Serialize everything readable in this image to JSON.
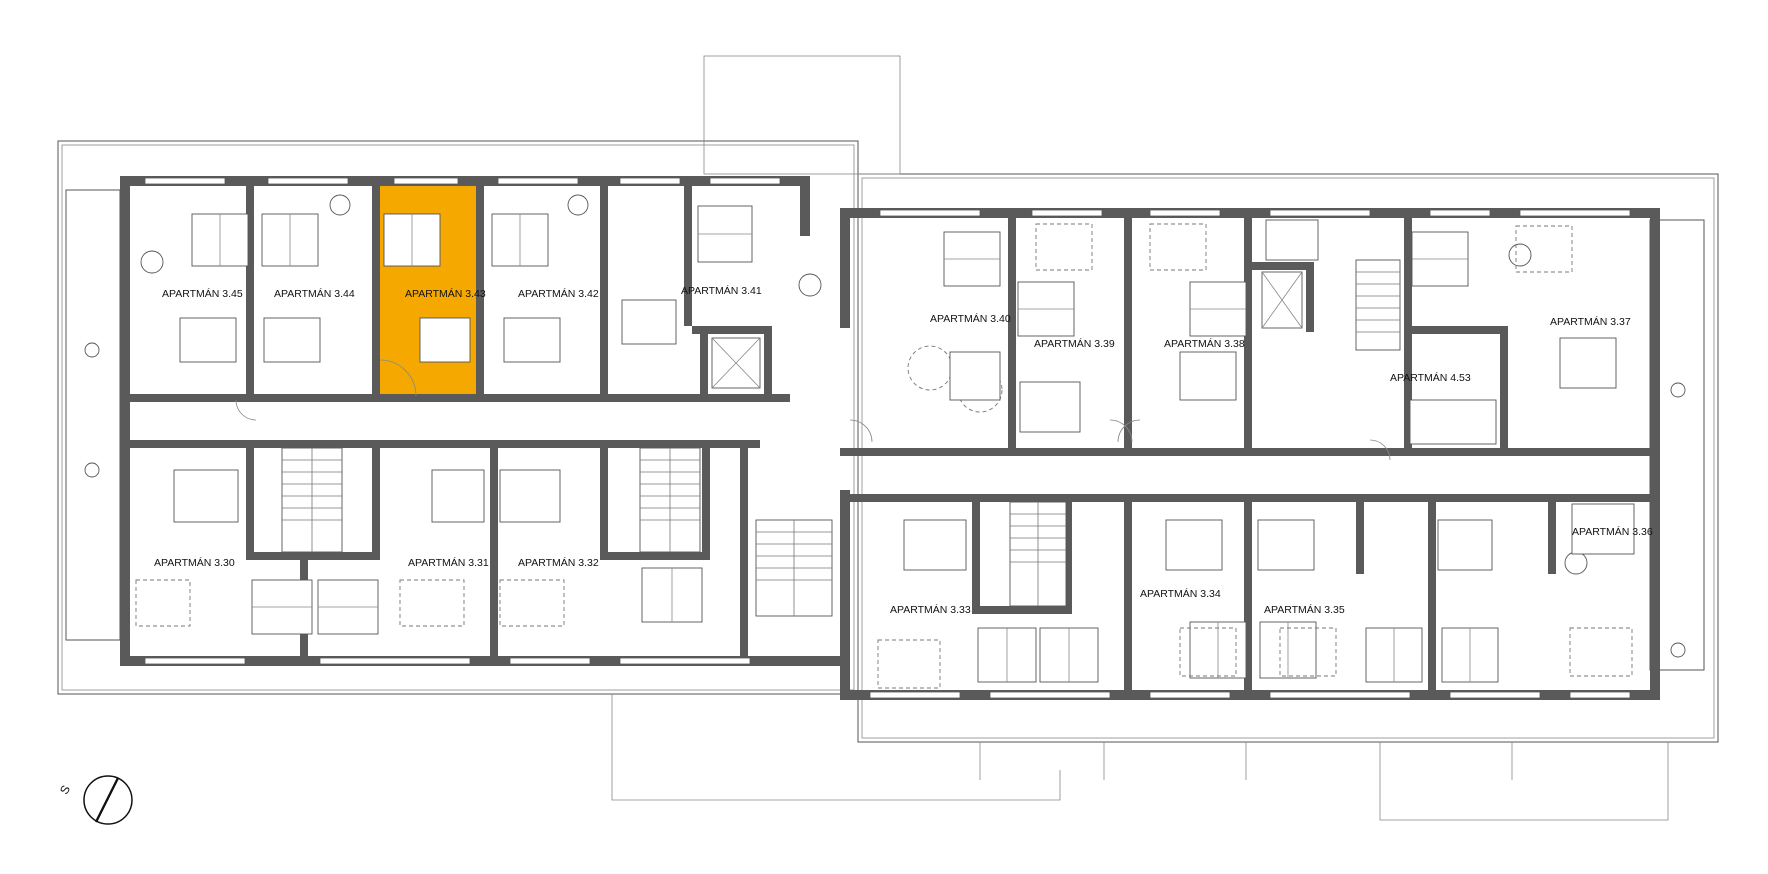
{
  "highlight_color": "#F5A800",
  "wall_color": "#5a5a5a",
  "compass": {
    "letter": "S"
  },
  "rooms": {
    "r345": "APARTMÁN 3.45",
    "r344": "APARTMÁN 3.44",
    "r343": "APARTMÁN 3.43",
    "r342": "APARTMÁN 3.42",
    "r341": "APARTMÁN 3.41",
    "r340": "APARTMÁN 3.40",
    "r339": "APARTMÁN 3.39",
    "r338": "APARTMÁN 3.38",
    "r453": "APARTMÁN 4.53",
    "r337": "APARTMÁN 3.37",
    "r330": "APARTMÁN 3.30",
    "r331": "APARTMÁN 3.31",
    "r332": "APARTMÁN 3.32",
    "r333": "APARTMÁN 3.33",
    "r334": "APARTMÁN 3.34",
    "r335": "APARTMÁN 3.35",
    "r336": "APARTMÁN 3.36"
  }
}
